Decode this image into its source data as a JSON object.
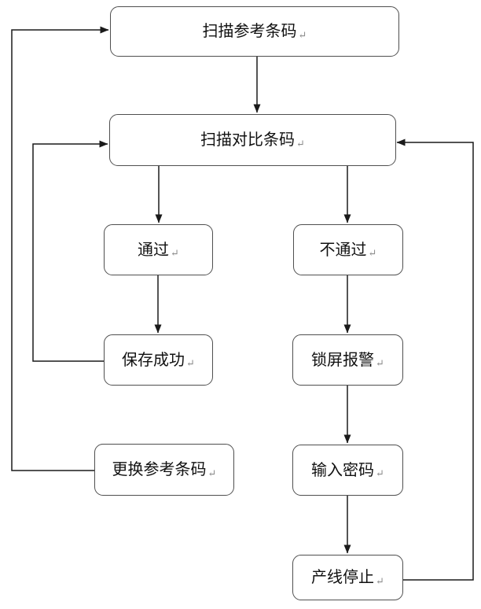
{
  "nodes": {
    "scan_reference": {
      "label": "扫描参考条码"
    },
    "scan_compare": {
      "label": "扫描对比条码"
    },
    "pass": {
      "label": "通过"
    },
    "fail": {
      "label": "不通过"
    },
    "save_success": {
      "label": "保存成功"
    },
    "lock_alarm": {
      "label": "锁屏报警"
    },
    "replace_reference": {
      "label": "更换参考条码"
    },
    "enter_password": {
      "label": "输入密码"
    },
    "line_stop": {
      "label": "产线停止"
    }
  },
  "marks": {
    "paragraph": "↵"
  },
  "edges": [
    {
      "from": "scan_reference",
      "to": "scan_compare"
    },
    {
      "from": "scan_compare",
      "to": "pass"
    },
    {
      "from": "scan_compare",
      "to": "fail"
    },
    {
      "from": "pass",
      "to": "save_success"
    },
    {
      "from": "save_success",
      "to": "scan_compare"
    },
    {
      "from": "fail",
      "to": "lock_alarm"
    },
    {
      "from": "lock_alarm",
      "to": "enter_password"
    },
    {
      "from": "enter_password",
      "to": "line_stop"
    },
    {
      "from": "line_stop",
      "to": "scan_compare"
    },
    {
      "from": "replace_reference",
      "to": "scan_reference"
    }
  ],
  "colors": {
    "connector_stroke": "#1a1a1a",
    "box_border": "#4f4f4f",
    "box_fill": "#ffffff",
    "background": "#ffffff",
    "paragraph_mark": "#8c8c8c",
    "text": "#111111"
  }
}
